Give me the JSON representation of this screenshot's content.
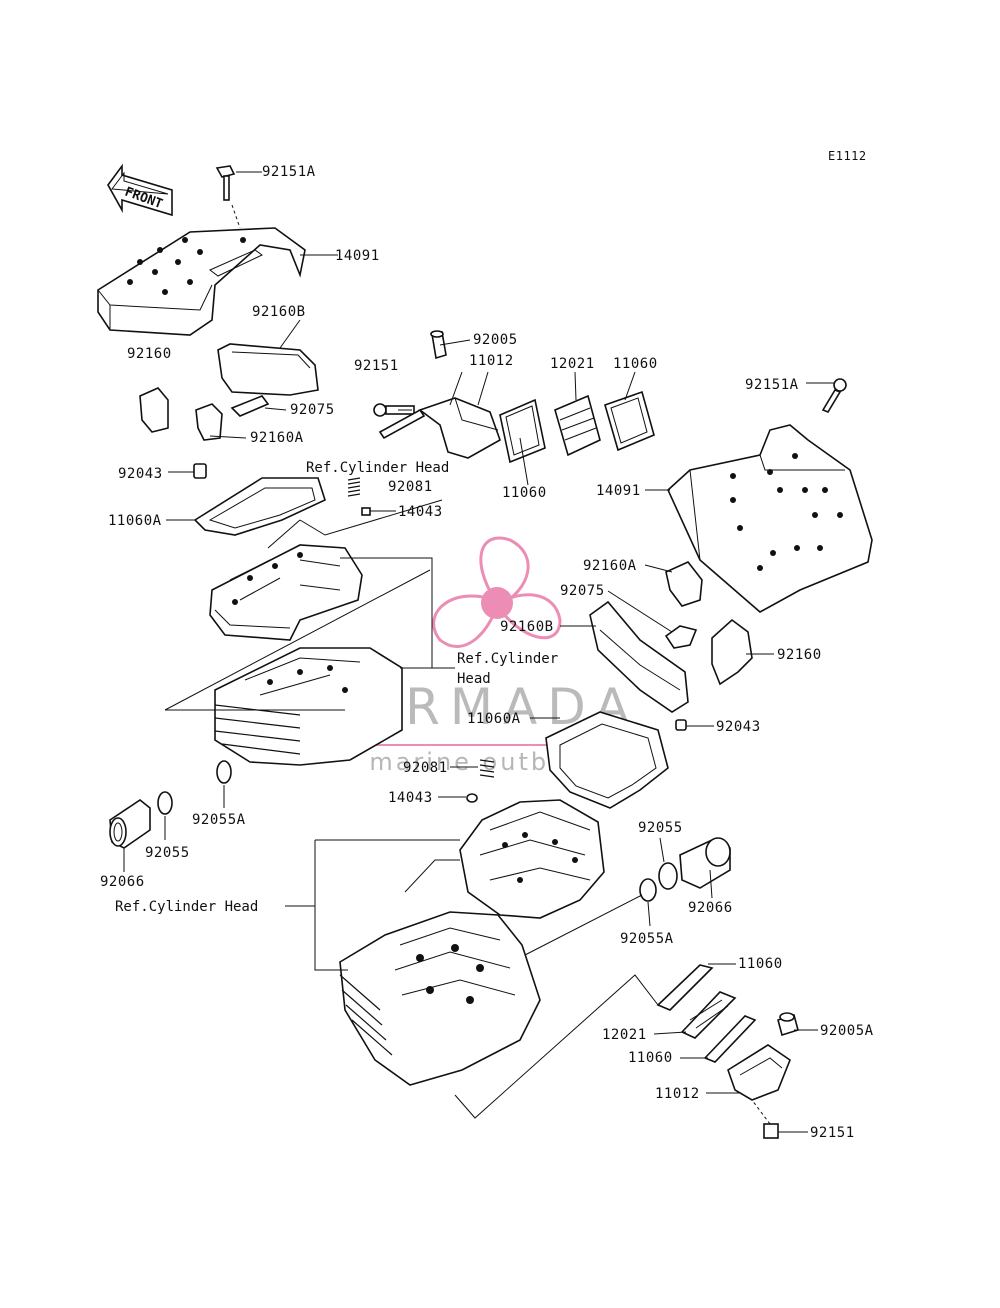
{
  "diagram_code": "E1112",
  "front_label": "FRONT",
  "watermark": {
    "brand": "ARMADA",
    "tagline": "marine outboards",
    "color": "#e87aa8"
  },
  "labels": {
    "p92151A_top": "92151A",
    "p14091_top": "14091",
    "p92160B_top": "92160B",
    "p92160_top": "92160",
    "p92075_top": "92075",
    "p92160A_top": "92160A",
    "p92043_top": "92043",
    "p11060A_top": "11060A",
    "p92081_top": "92081",
    "p14043_top": "14043",
    "p92151_mid": "92151",
    "p92005": "92005",
    "p11012_top": "11012",
    "p12021_top": "12021",
    "p11060_top_a": "11060",
    "p11060_top_b": "11060",
    "p92151A_right": "92151A",
    "p14091_right": "14091",
    "p92160A_right": "92160A",
    "p92075_right": "92075",
    "p92160B_right": "92160B",
    "p92160_right": "92160",
    "p11060A_right": "11060A",
    "p92043_right": "92043",
    "p92081_right": "92081",
    "p14043_right": "14043",
    "p92055A_left": "92055A",
    "p92055_left": "92055",
    "p92066_left": "92066",
    "p92055_right": "92055",
    "p92066_right": "92066",
    "p92055A_right": "92055A",
    "p11060_bot_a": "11060",
    "p12021_bot": "12021",
    "p11060_bot_b": "11060",
    "p92005A": "92005A",
    "p11012_bot": "11012",
    "p92151_bot": "92151"
  },
  "references": {
    "ref_head_top": "Ref.Cylinder Head",
    "ref_head_mid_1": "Ref.Cylinder",
    "ref_head_mid_2": "Head",
    "ref_head_bot": "Ref.Cylinder Head"
  }
}
